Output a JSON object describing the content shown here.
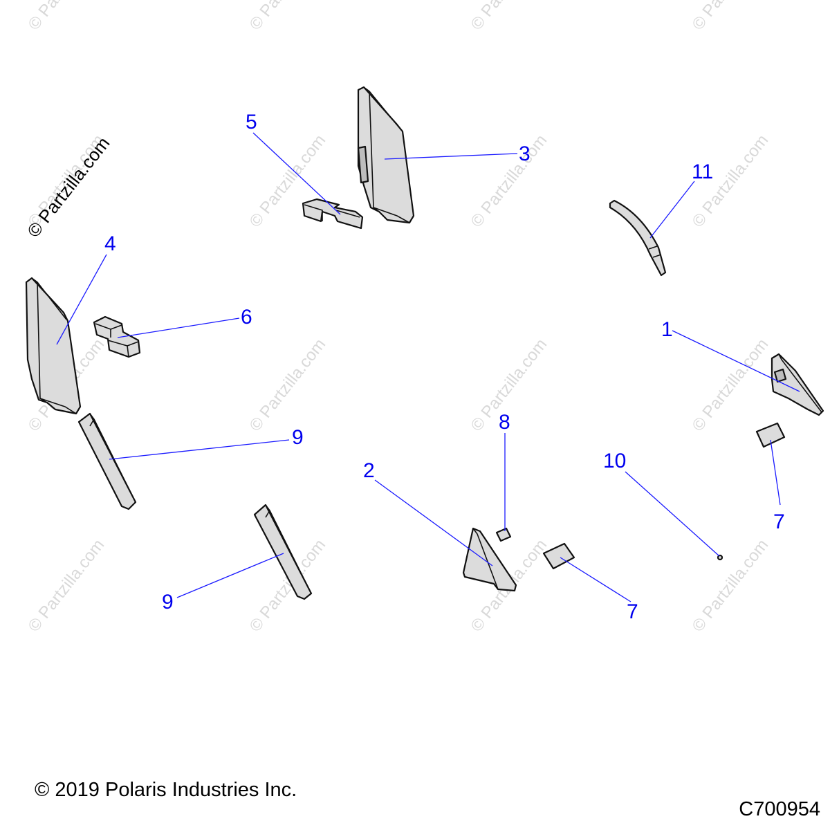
{
  "watermark_text": "© Partzilla.com",
  "brand_text": "© Partzilla.com",
  "copyright": "© 2019 Polaris Industries Inc.",
  "diagram_code": "C700954",
  "callouts": [
    "1",
    "2",
    "3",
    "4",
    "5",
    "6",
    "7",
    "7",
    "8",
    "9",
    "9",
    "10",
    "11"
  ]
}
